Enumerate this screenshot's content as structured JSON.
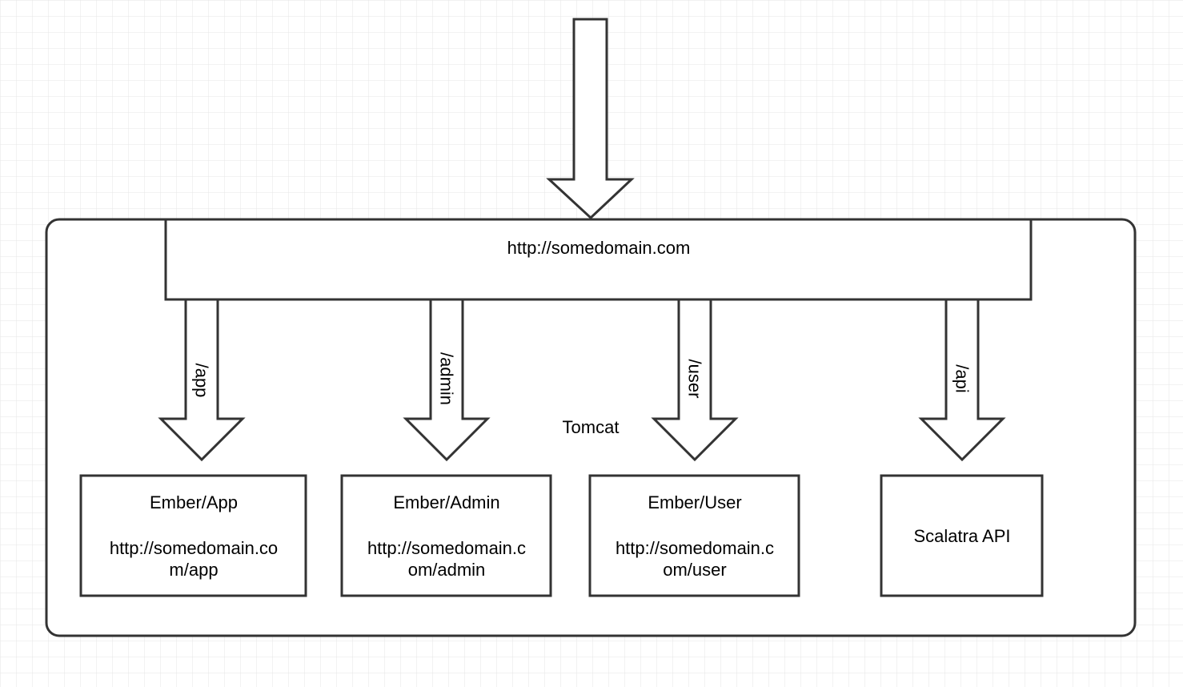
{
  "diagram": {
    "container_label": "Tomcat",
    "entry_label": "http://somedomain.com",
    "routes": [
      {
        "path": "/app",
        "target_title": "Ember/App",
        "target_url_line1": "http://somedomain.co",
        "target_url_line2": "m/app"
      },
      {
        "path": "/admin",
        "target_title": "Ember/Admin",
        "target_url_line1": "http://somedomain.c",
        "target_url_line2": "om/admin"
      },
      {
        "path": "/user",
        "target_title": "Ember/User",
        "target_url_line1": "http://somedomain.c",
        "target_url_line2": "om/user"
      },
      {
        "path": "/api",
        "target_title": "Scalatra API",
        "target_url_line1": "",
        "target_url_line2": ""
      }
    ]
  },
  "colors": {
    "stroke": "#333333",
    "grid": "#e6e6e6",
    "fill": "#ffffff",
    "text": "#000000"
  }
}
